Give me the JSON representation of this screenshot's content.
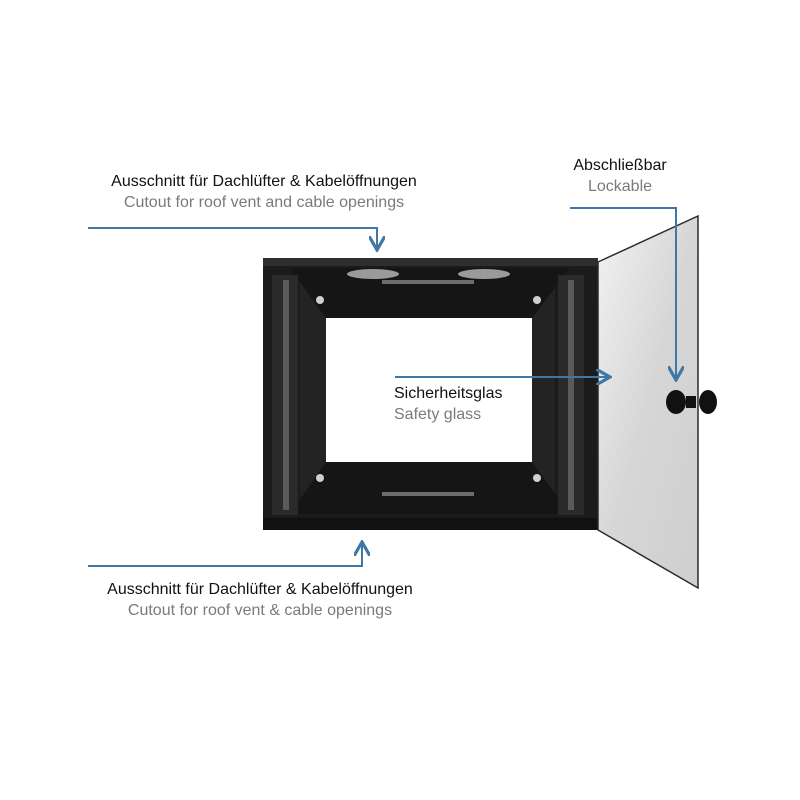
{
  "callouts": {
    "top_cutout": {
      "de": "Ausschnitt für Dachlüfter & Kabelöffnungen",
      "en": "Cutout for roof vent and cable openings"
    },
    "lockable": {
      "de": "Abschließbar",
      "en": "Lockable"
    },
    "safety_glass": {
      "de": "Sicherheitsglas",
      "en": "Safety glass"
    },
    "bottom_cutout": {
      "de": "Ausschnitt für Dachlüfter & Kabelöffnungen",
      "en": "Cutout for roof vent & cable openings"
    }
  },
  "colors": {
    "arrow": "#3f78a6",
    "cabinet": "#1a1a1a",
    "cabinet_inner": "#262626",
    "glass": "#dcdcdc"
  },
  "icons": {
    "lock": "key-lock-icon",
    "vent": "fan-cutout-icon"
  }
}
